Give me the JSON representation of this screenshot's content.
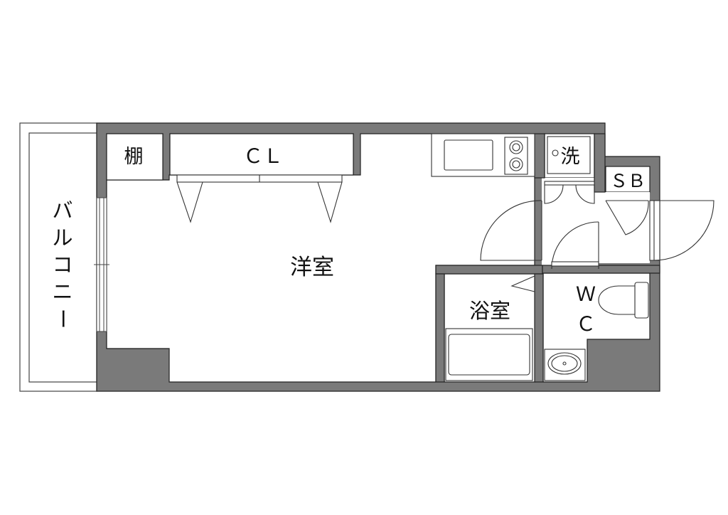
{
  "rooms": {
    "shelf": "棚",
    "closet": "ＣＬ",
    "western_room": "洋室",
    "washer": "洗",
    "shoe_box": "ＳＢ",
    "bathroom": "浴室",
    "wc_line1": "Ｗ",
    "wc_line2": "Ｃ",
    "balcony_chars": [
      "バ",
      "ル",
      "コ",
      "ニ",
      "ー"
    ]
  },
  "colors": {
    "wall": "#7a7a7a",
    "line": "#222222",
    "background": "#ffffff"
  }
}
